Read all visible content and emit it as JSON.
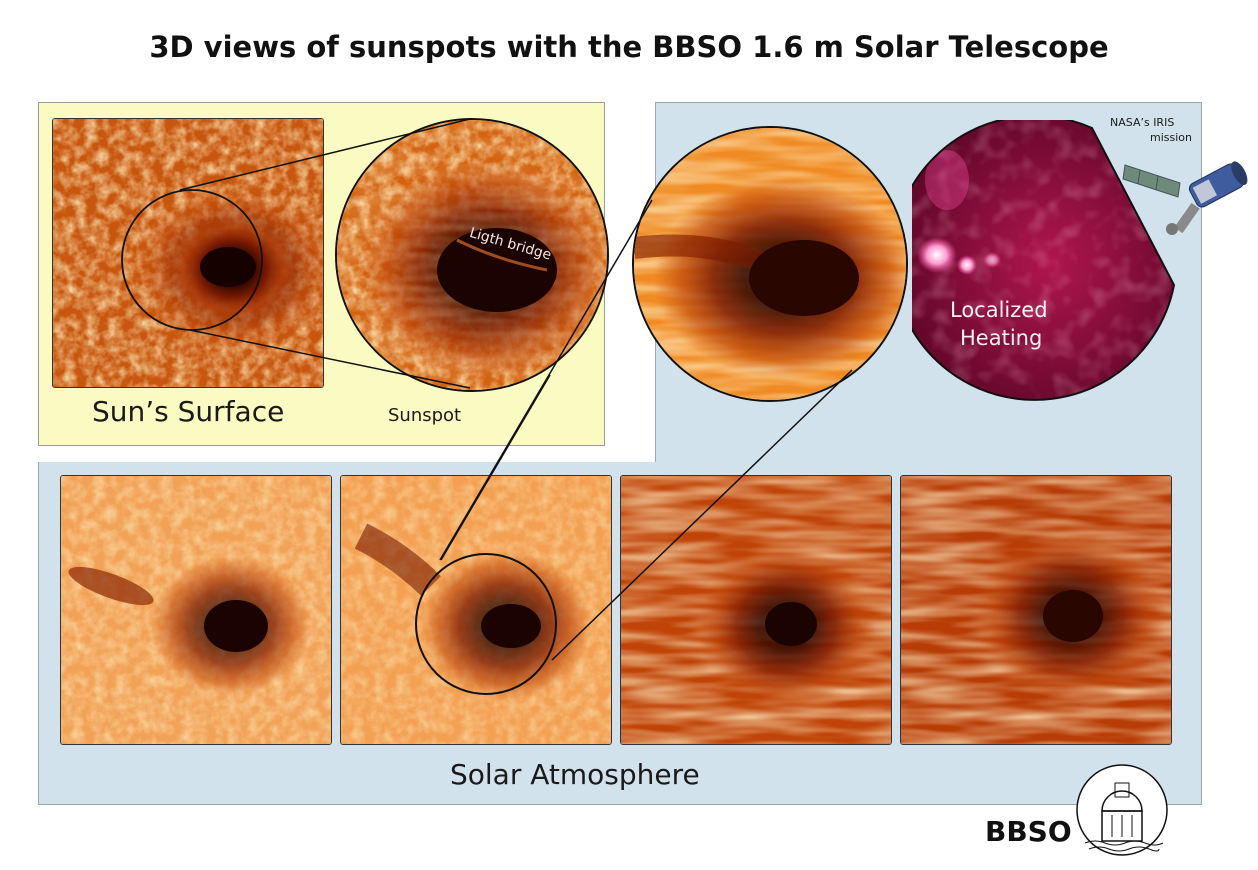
{
  "title": "3D views of sunspots with the BBSO 1.6 m Solar Telescope",
  "labels": {
    "surface": "Sun’s Surface",
    "sunspot": "Sunspot",
    "light_bridge": "Ligth bridge",
    "localized_heating_line1": "Localized",
    "localized_heating_line2": "Heating",
    "iris_line1": "NASA’s IRIS",
    "iris_line2": "mission",
    "atmosphere": "Solar Atmosphere",
    "logo_text": "BBSO"
  },
  "colors": {
    "yellow_panel": "#fafac3",
    "blue_panel": "#d2e2ec",
    "solar_orange": "#e8731c",
    "sunspot_dark": "#2a0600",
    "heating_magenta": "#a0124a"
  },
  "icons": {
    "satellite": "iris-satellite-icon",
    "logo": "bbso-observatory-logo-icon"
  }
}
